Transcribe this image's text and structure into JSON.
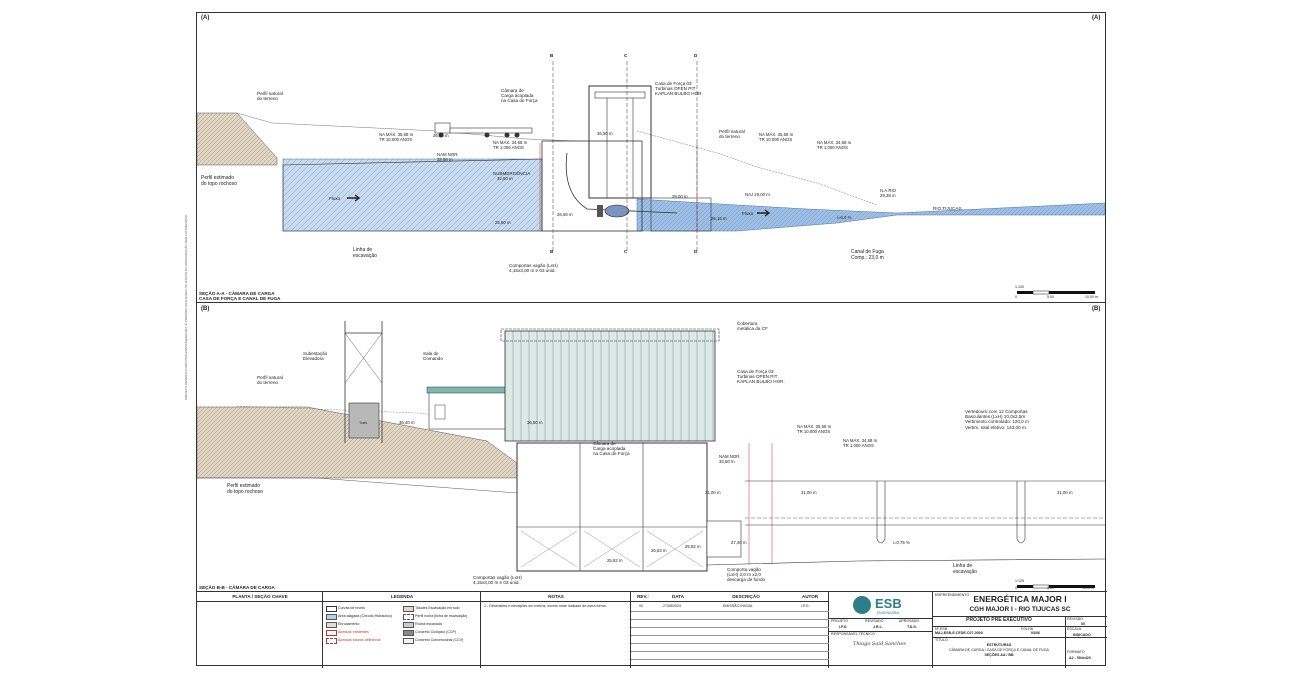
{
  "sheet": {
    "corner_a": "(A)",
    "corner_b": "(B)",
    "side_note": "PROJETO DESENVOLVIDO POR ESB ENGENHARIA. É PROIBIDA QUALQUER UTILIZAÇÃO OU REPRODUÇÃO SEM AUTORIZAÇÃO"
  },
  "section_a": {
    "title_line1": "SEÇÃO A-A - CÂMARA DE CARGA",
    "title_line2": "CASA DE FORÇA E CANAL DE FUGA",
    "cut_markers": [
      "B",
      "C",
      "D"
    ],
    "labels": {
      "perfil_natural": "Perfil natural\ndo terreno",
      "perfil_estimado": "Perfil estimado\ndo topo rochoso",
      "camara": "Câmara de\nCarga acoplada\nna Casa de Força",
      "casa_forca": "Casa de Força 03\nTurbinas OPEN PIT\nKAPLAN BULBO HOR.",
      "perfil_natural_2": "Perfil natural\ndo terreno",
      "linha_escavacao": "Linha de\nescavação",
      "comportas": "Comportas vagão (LxH)\n4,15x3,00 m e 03 unid.",
      "canal_fuga": "Canal de Fuga\nComp.: 23,0 m",
      "fluxo": "Fluxo",
      "fluxo2": "Fluxo",
      "rio": "RIO TIJUCAS",
      "submergencia": "SUBMERGÊNCIA"
    },
    "levels": {
      "na_max_10000": "NA MÁX. 35,68 m\nTR 10.000 ANOS",
      "na_max_1000": "NA MÁX. 34,68 m\nTR 1.000 ANOS",
      "nam_nor": "NAM NOR.\n33,50 m",
      "lvl_36_40": "36,40 m",
      "lvl_36_50": "36,50 m",
      "lvl_32_50": "32,50 m",
      "lvl_25_80": "25,80 m",
      "lvl_26_50": "26,50 m",
      "lvl_26_15": "26,15 m",
      "lvl_29_00": "29,00 m",
      "na_min": "NAJ 29,00 m",
      "na_rio": "N.A.RIO\n29,38 m",
      "na_max_10000_r": "NA MÁX. 35,68 m\nTR 10.000 ANOS",
      "na_max_1000_r": "NA MÁX. 34,68 m\nTR 1.000 ANOS",
      "slope": "i=6,0 %"
    },
    "scale": {
      "label": "1:100",
      "ticks": [
        "0",
        "5,00",
        "10,00 m"
      ]
    }
  },
  "section_b": {
    "title": "SEÇÃO B-B - CÂMARA DE CARGA",
    "labels": {
      "subestacao": "Subestação\nElevadora",
      "sala": "Sala de\nComando",
      "cobertura": "Cobertura\nmetálica da CF",
      "casa_forca": "Casa de Força 03\nTurbinas OPEN PIT\nKAPLAN BULBO HOR.",
      "perfil_natural": "Perfil natural\ndo terreno",
      "perfil_estimado": "Perfil estimado\ndo topo rochoso",
      "camara": "Câmara de\nCarga acoplada\nna Casa de Força",
      "vertedouro": "Vertedouro com 12 Comportas\nBasculantes (LxH) 10,0x2,5m\nVertimento controlado: 120,0 m\nVertim. total efetivo: 143,00 m.",
      "comportas": "Comportas vagão (LxH)\n4,15x3,00 m e 03 unid.",
      "comporta_vagao": "Comporta vagão\n(LxH) 2,0 m x2,0\ndescarga de fundo",
      "linha_escavacao": "Linha de\nescavação",
      "trafo": "Trafo"
    },
    "levels": {
      "lvl_36_40": "36,40 m",
      "lvl_36_50": "36,50 m",
      "na_max_10000": "NA MÁX. 35,68 m\nTR 10.000 ANOS",
      "na_max_1000": "NA MÁX. 34,68 m\nTR 1.000 ANOS",
      "nam_nor": "NAM NOR.\n33,50 m",
      "lvl_31_00a": "31,00 m",
      "lvl_31_00b": "31,00 m",
      "lvl_31_00c": "31,00 m",
      "lvl_27_40": "27,40 m",
      "lvl_26_53": "26,53 m",
      "lvl_25_82": "25,82 m",
      "lvl_25_82b": "25,82 m",
      "slope": "i=0,75 %"
    },
    "scale": {
      "label": "1:125",
      "ticks": [
        "0",
        "3,00",
        "6,00 m"
      ]
    }
  },
  "title_block": {
    "planta_hdr": "PLANTA / SEÇÃO CHAVE",
    "legenda_hdr": "LEGENDA",
    "notas_hdr": "NOTAS",
    "legend_left": [
      "Curvas de níveis",
      "Área alagada (Circuito Hidráulico)",
      "Enrocamento",
      "Acessos existentes",
      "Acessos futuros definitivos"
    ],
    "legend_right": [
      "Taludes Escavação em solo",
      "Perfil rocha (linha de escavação)",
      "Rocha escavada",
      "Concreto Ciclópico (CCP)",
      "Concreto Convencional (CCV)"
    ],
    "note": "1 - Dimensões e elevações em metros, exceto onde indicado de outra forma.",
    "rev_headers": [
      "REV.:",
      "DATA",
      "DESCRIÇÃO",
      "AUTOR"
    ],
    "rev_row": [
      "00",
      "27/08/2024",
      "EMISSÃO INICIAL",
      "I.P.G."
    ],
    "company": "ESB",
    "company_sub": "ENGENHARIA",
    "empreendimento_label": "EMPREENDIMENTO",
    "project_title1": "ENERGÉTICA MAJOR I",
    "project_title2": "CGH MAJOR I - RIO TIJUCAS SC",
    "projeto_label": "PROJETO",
    "revisado_label": "REVISADO",
    "aprovado_label": "APROVADO",
    "projeto_val": "I.P.G",
    "revisado_val": "J.R.L.",
    "aprovado_val": "T.D.S.",
    "revisao_label": "REVISÃO",
    "revisao_val": "00",
    "fase": "PROJETO PRÉ EXECUTIVO",
    "doc_label": "Nº ESB",
    "doc_num": "MAJ-ESB-E-CFDE-C07-0003",
    "folha_label": "FOLHA",
    "folha": "03/06",
    "escala_label": "ESCALA",
    "escala": "INDICADO",
    "titulo_label": "TÍTULO",
    "titulo1": "ESTRUTURAS",
    "titulo2": "CÂMARA DE CARGA / CASA DE FORÇA E CANAL DE FUGA",
    "titulo3": "SEÇÕES AA / BB",
    "formato_label": "FORMATO",
    "formato": "A2 - 594x420",
    "resp_label": "RESPONSÁVEL TÉCNICO",
    "signature": "Thiago Said Sanches"
  },
  "colors": {
    "water": "#b9d2ec",
    "water_dark": "#8fb5e0",
    "soil": "#d8c9b4",
    "line": "#333333",
    "teal": "#2e7d8a",
    "red": "#c03030"
  }
}
